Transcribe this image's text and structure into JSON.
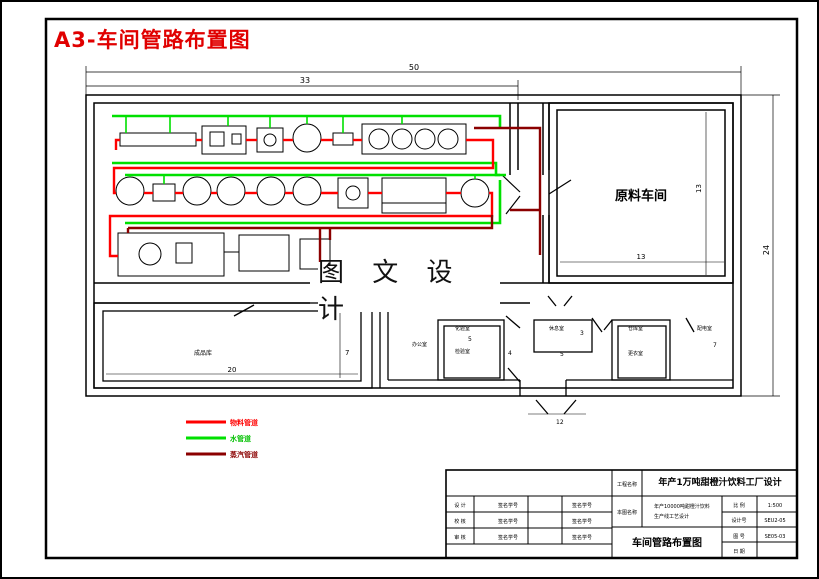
{
  "title": "A3-车间管路布置图",
  "watermark": "图 文 设 计",
  "dimensions": {
    "overall_width": "50",
    "left_width": "33",
    "height": "24",
    "raw_room_height": "13",
    "raw_room_width": "13",
    "bottom_left_width": "20",
    "bottom_left_height": "7",
    "small_5a": "5",
    "small_4": "4",
    "small_5b": "5",
    "small_3": "3",
    "right_7": "7",
    "entrance_12": "12"
  },
  "rooms": {
    "raw_material": "原料车间",
    "bottom_left": "成品库",
    "office_left": "办公室",
    "quality_a": "化验室",
    "quality_b": "检验室",
    "small_c": "休息室",
    "quality_d": "更衣室",
    "quality_e": "仓库室",
    "right_small": "配电室"
  },
  "legend": [
    {
      "label": "物料管道",
      "color": "#ff0000"
    },
    {
      "label": "水管道",
      "color": "#00e000"
    },
    {
      "label": "蒸汽管道",
      "color": "#8b0000"
    }
  ],
  "title_block": {
    "project_label": "工程名称",
    "project_name": "年产1万吨甜橙汁饮料工厂设计",
    "drawing_label": "本图名称",
    "drawing_name_1": "年产10000吨甜橙汁饮料",
    "drawing_name_2": "生产线工艺设计",
    "scale_label": "比  例",
    "scale_value": "1:500",
    "design_no_label": "设计号",
    "design_no": "SEU2-05",
    "sheet_label": "图  号",
    "sheet_value": "SE05-03",
    "date_label": "日  期",
    "main_title": "车间管路布置图",
    "role_design": "设  计",
    "role_check": "校  核",
    "role_audit": "审  核",
    "sign_1": "签名学号",
    "sign_2": "签名学号",
    "sign_3": "签名学号",
    "sign_4": "签名学号",
    "sign_5": "签名学号",
    "sign_6": "签名学号"
  },
  "colors": {
    "material": "#ff0000",
    "water": "#00e000",
    "steam": "#8b0000"
  }
}
